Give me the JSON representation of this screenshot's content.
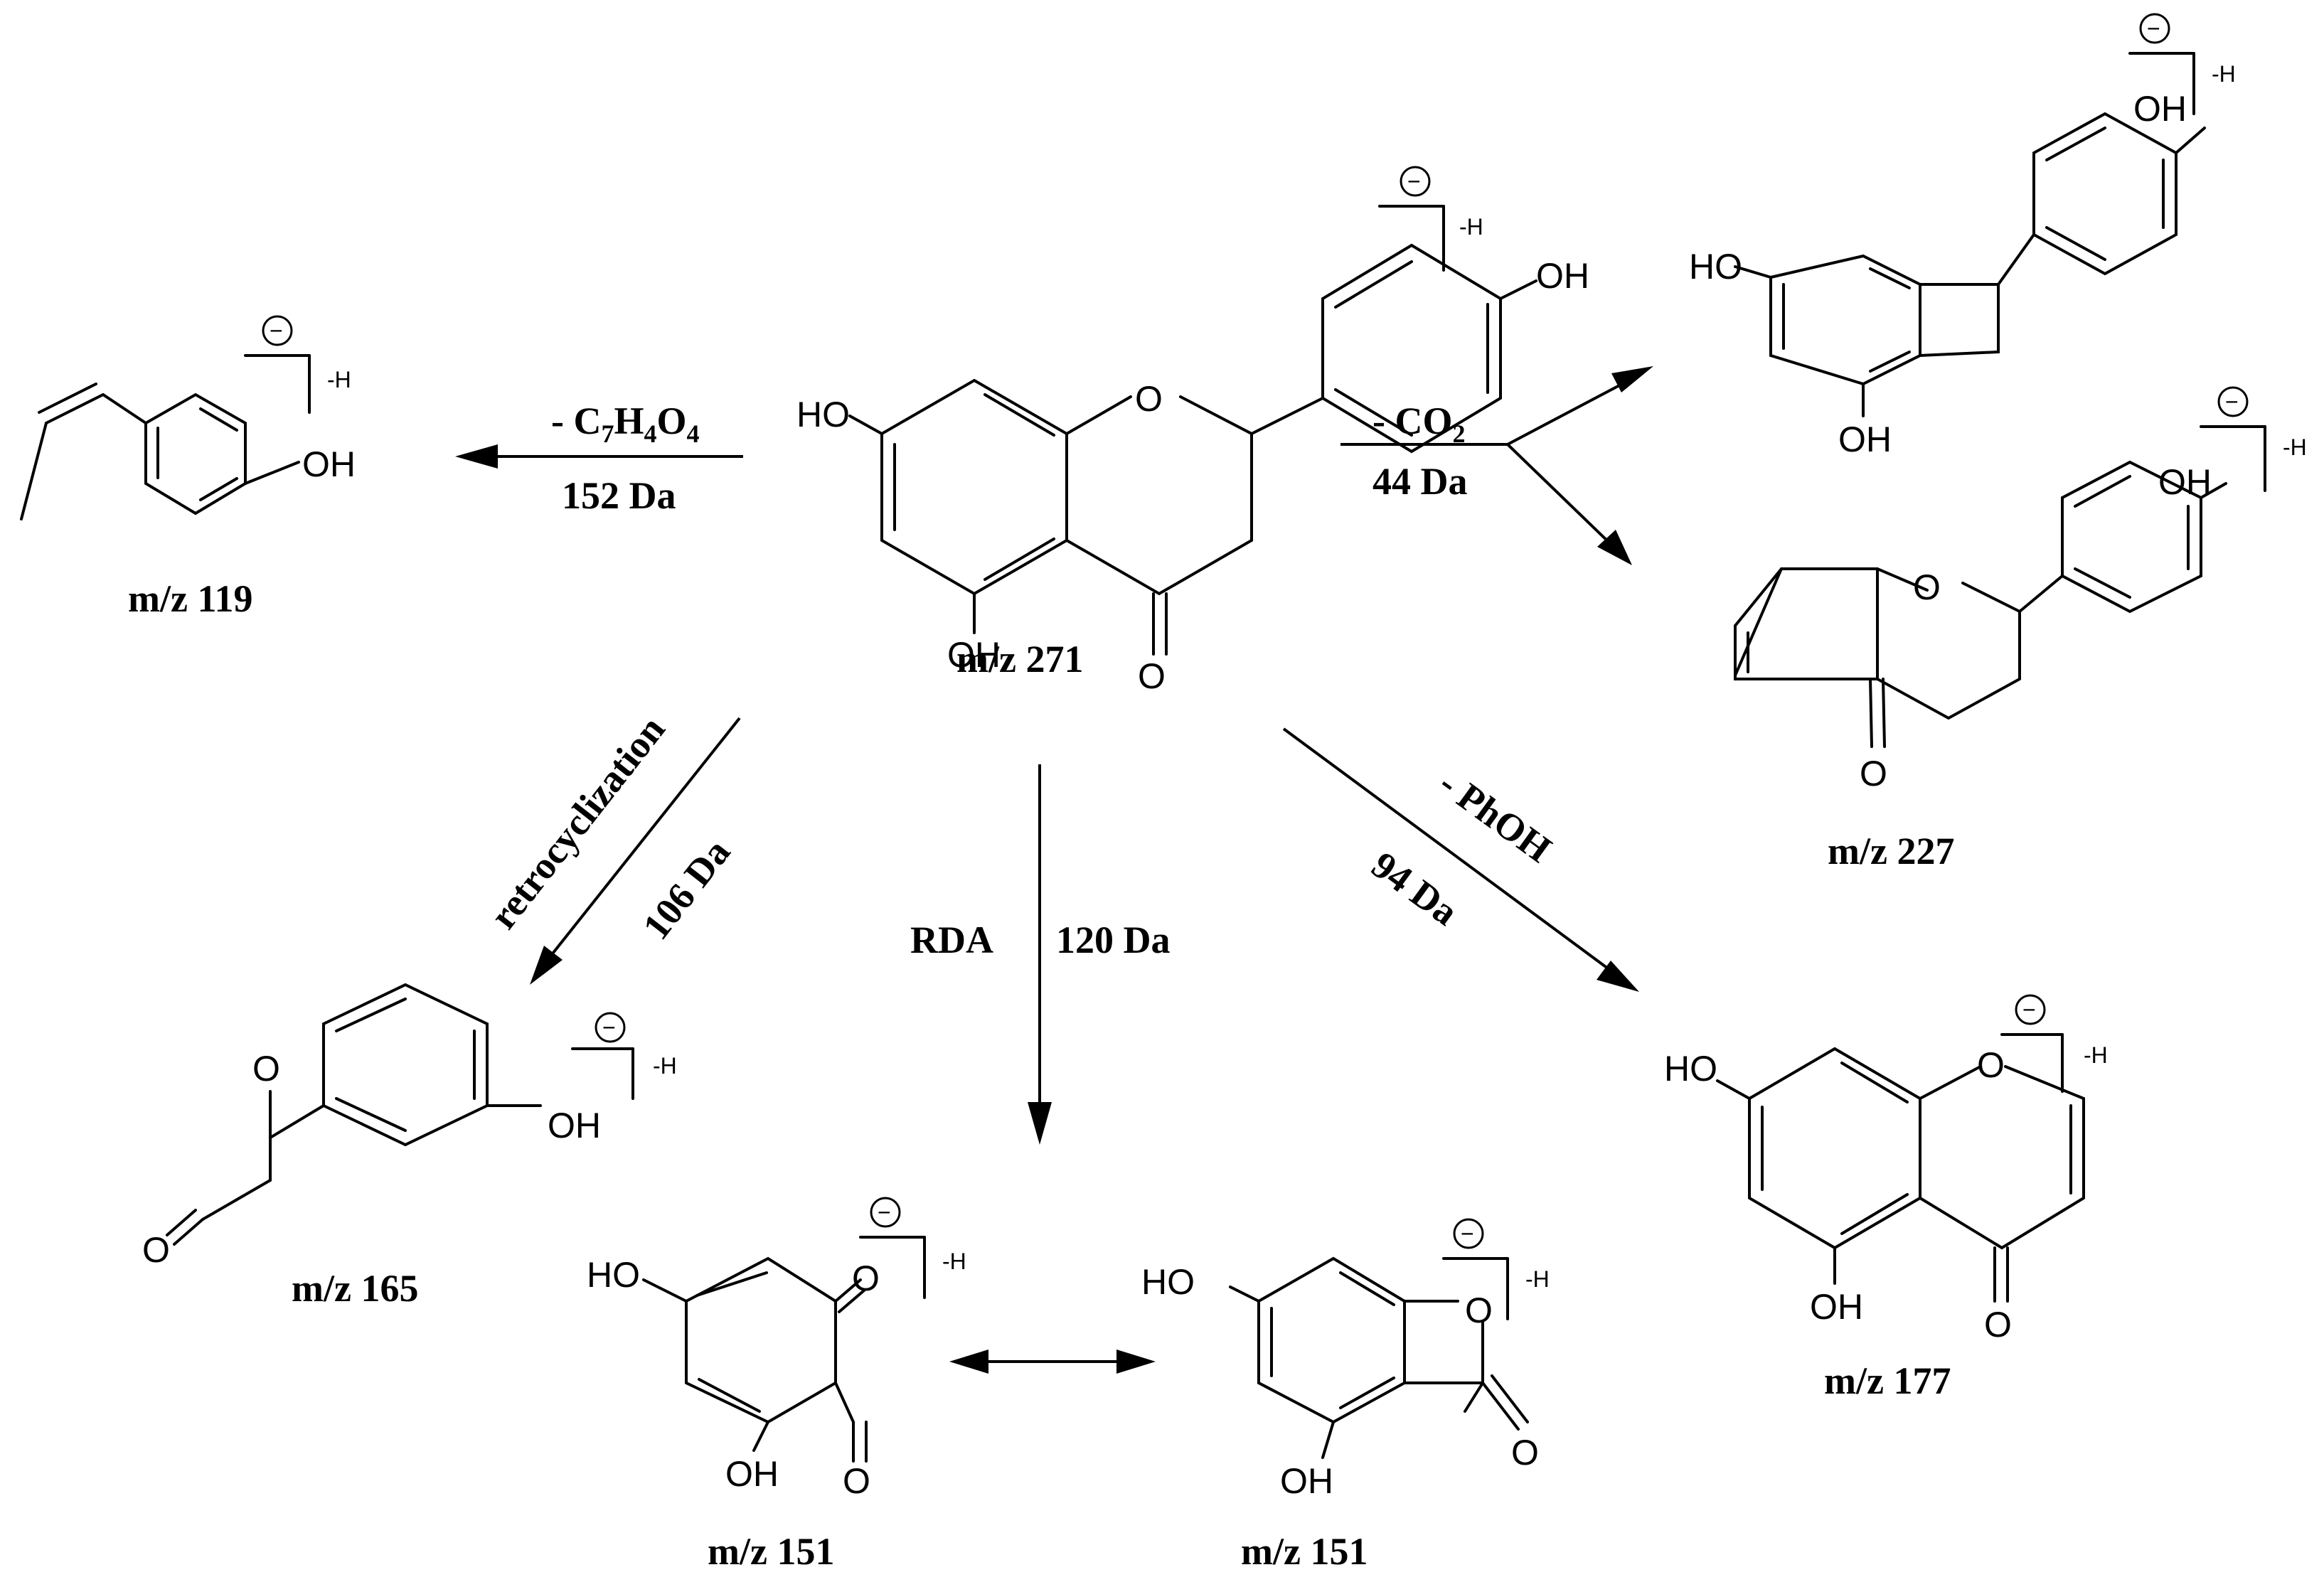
{
  "ion_suffix": "-H",
  "charge_symbol": "−",
  "atoms": {
    "oh": "OH",
    "ho": "HO",
    "o": "O"
  },
  "compounds": {
    "m271": {
      "label": "m/z 271"
    },
    "m119": {
      "label": "m/z 119"
    },
    "m227": {
      "label": "m/z 227"
    },
    "m165": {
      "label": "m/z 165"
    },
    "m151a": {
      "label": "m/z 151"
    },
    "m151b": {
      "label": "m/z 151"
    },
    "m177": {
      "label": "m/z 177"
    }
  },
  "pathways": {
    "to119": {
      "loss_prefix": "- C",
      "loss_s1": "7",
      "loss_h": "H",
      "loss_s2": "4",
      "loss_o": "O",
      "loss_s3": "4",
      "mass": "152 Da"
    },
    "co2": {
      "loss_prefix": "- CO",
      "loss_s1": "2",
      "mass": "44 Da"
    },
    "retro": {
      "name": "retrocyclization",
      "mass": "106 Da"
    },
    "rda": {
      "name": "RDA",
      "mass": "120 Da"
    },
    "phoh": {
      "loss": "- PhOH",
      "mass": "94 Da"
    }
  }
}
